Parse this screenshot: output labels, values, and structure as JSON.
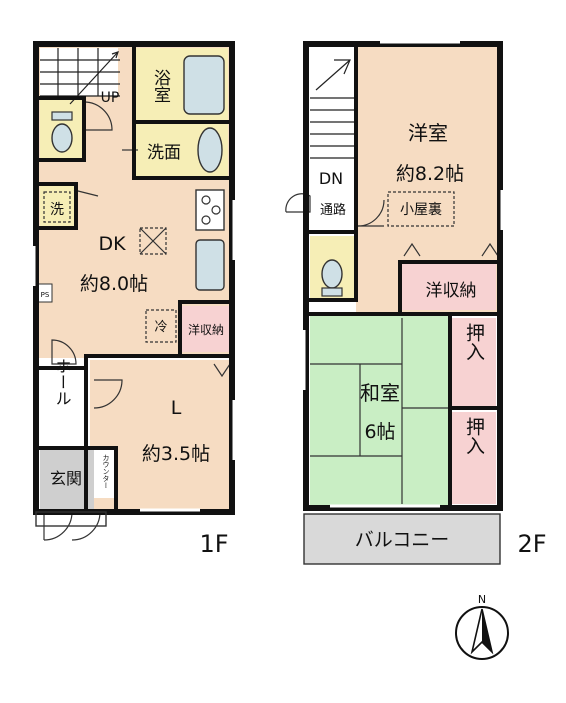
{
  "floor1": {
    "label": "1F",
    "rooms": {
      "bath": "浴室",
      "washroom": "洗面",
      "laundry": "洗",
      "dk": "DK",
      "dk_area": "約8.0帖",
      "fridge": "冷",
      "storage": "洋収納",
      "hall": "ホール",
      "living": "L",
      "living_area": "約3.5帖",
      "entrance": "玄関",
      "counter": "カウンター",
      "ps": "PS",
      "up": "UP"
    }
  },
  "floor2": {
    "label": "2F",
    "rooms": {
      "western": "洋室",
      "western_area": "約8.2帖",
      "attic": "小屋裏",
      "dn": "DN",
      "passage": "通路",
      "western_storage": "洋収納",
      "japanese": "和室",
      "japanese_area": "6帖",
      "closet1": "押入",
      "closet2": "押入",
      "balcony": "バルコニー"
    }
  },
  "compass": {
    "north": "N"
  },
  "colors": {
    "wall": "#111111",
    "western": "#f6dcc2",
    "wet": "#f6eeb6",
    "closet": "#f7d2d2",
    "tatami": "#c9eec4",
    "entrance": "#cfcfcf",
    "balcony": "#d9d9d9",
    "fixture": "#cfe0e6"
  }
}
